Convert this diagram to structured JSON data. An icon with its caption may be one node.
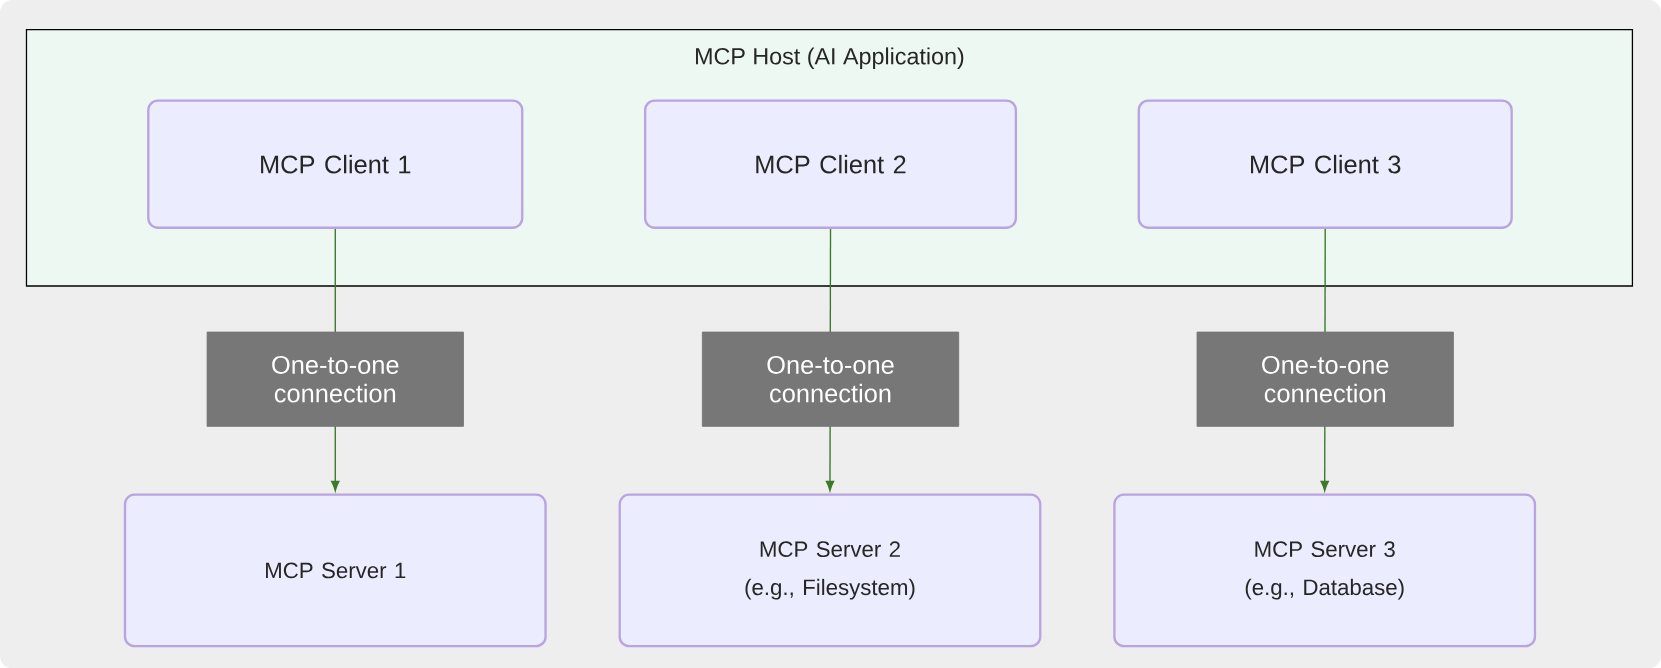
{
  "diagram": {
    "nodes": [
      {
        "text": [
          "MCP Host (AI Application)"
        ]
      },
      {
        "text": [
          "MCP Client 1"
        ],
        "in": 0
      },
      {
        "text": [
          "MCP Client 2"
        ],
        "in": 0
      },
      {
        "text": [
          "MCP Client 3"
        ],
        "in": 0
      },
      {
        "text": [
          "MCP Server 1"
        ]
      },
      {
        "text": [
          "MCP Server 2 (e.g., Filesystem)"
        ]
      },
      {
        "text": [
          "MCP Server 3 (e.g., Database)"
        ]
      }
    ],
    "edges": [
      {
        "from": 1,
        "to": 4,
        "arrow": "to",
        "label": "One-to-one connection"
      },
      {
        "from": 2,
        "to": 5,
        "arrow": "to",
        "label": "One-to-one connection"
      },
      {
        "from": 3,
        "to": 6,
        "arrow": "to",
        "label": "One-to-one connection"
      }
    ]
  }
}
